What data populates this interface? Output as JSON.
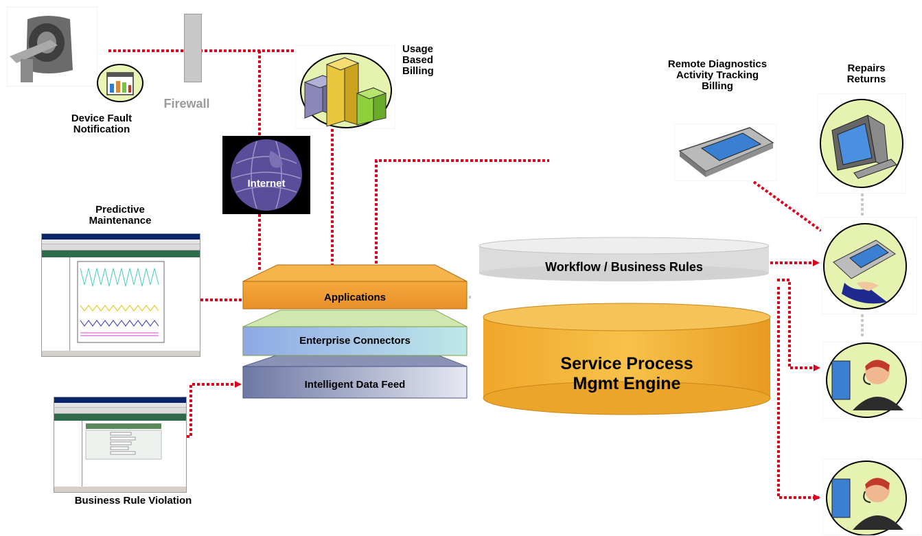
{
  "labels": {
    "device_fault": [
      "Device Fault",
      "Notification"
    ],
    "firewall": "Firewall",
    "usage_billing": [
      "Usage",
      "Based",
      "Billing"
    ],
    "remote_diag": [
      "Remote Diagnostics",
      "Activity Tracking",
      "Billing"
    ],
    "repairs_returns": [
      "Repairs",
      "Returns"
    ],
    "internet": "Internet",
    "predictive_maintenance": [
      "Predictive",
      "Maintenance"
    ],
    "business_rule_violation": "Business Rule Violation"
  },
  "stack": {
    "applications": "Applications",
    "enterprise_connectors": "Enterprise Connectors",
    "intelligent_data_feed": "Intelligent Data Feed"
  },
  "cylinders": {
    "workflow": "Workflow / Business Rules",
    "engine": [
      "Service Process",
      "Mgmt Engine"
    ]
  },
  "icons": [
    "mri-scanner-icon",
    "status-dashboard-icon",
    "firewall-icon",
    "billing-cubes-icon",
    "globe-icon",
    "pda-icon",
    "desktop-computer-icon",
    "handheld-device-icon",
    "call-center-agent-icon",
    "call-center-agent-icon-2",
    "predictive-maintenance-screenshot",
    "business-rule-violation-screenshot"
  ],
  "colors": {
    "wire": "#e0001b",
    "applications": "#f0a030",
    "connectors": "#9ad0d8",
    "datafeed": "#9fa8c4",
    "engine": "#f2b233",
    "workflow": "#e2e2e2",
    "firewall": "#c8c8c8",
    "globe": "#5a4e9a"
  }
}
